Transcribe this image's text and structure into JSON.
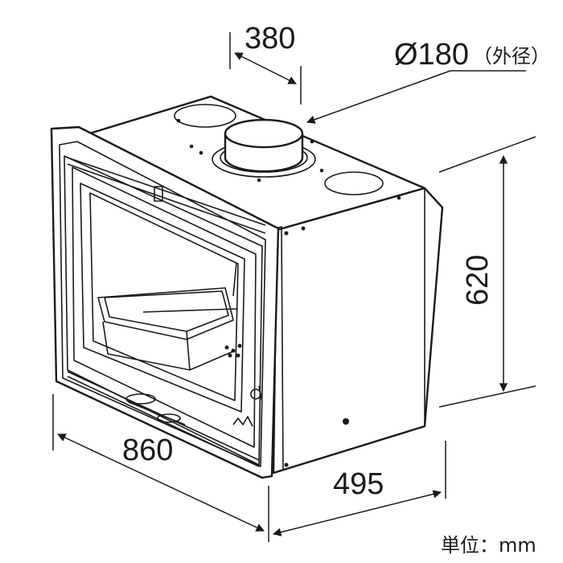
{
  "dimensions": {
    "depth_top": "380",
    "flue": "Ø180",
    "flue_note": "（外径）",
    "height": "620",
    "width": "860",
    "depth_bottom": "495"
  },
  "unit_label": "単位：mm",
  "colors": {
    "line": "#1a1a1a",
    "background": "#ffffff"
  }
}
